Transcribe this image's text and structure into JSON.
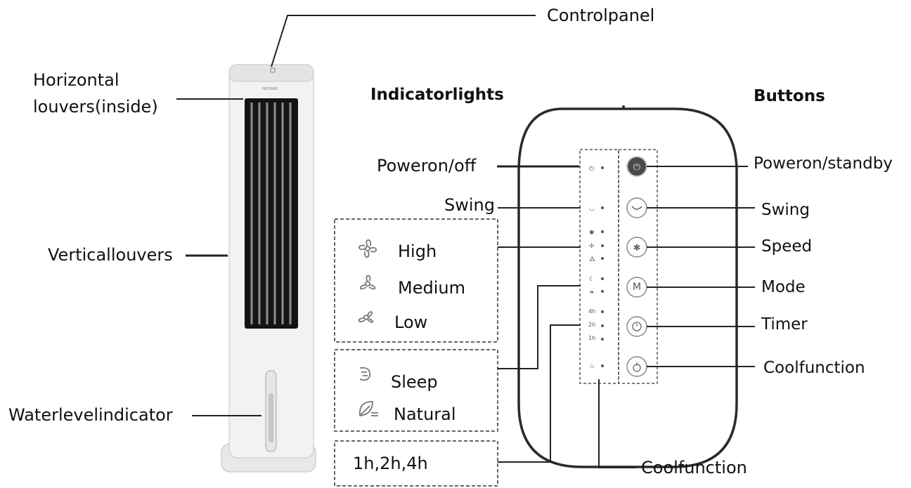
{
  "labels": {
    "control_panel": "Controlpanel",
    "horizontal_louvers_line1": "Horizontal",
    "horizontal_louvers_line2": "louvers(inside)",
    "vertical_louvers": "Verticallouvers",
    "water_level": "Waterlevelindicator",
    "indicator_lights": "Indicatorlights",
    "buttons": "Buttons",
    "power_on_off": "Poweron/off",
    "swing_indicator": "Swing",
    "cool_function_bottom": "Coolfunction"
  },
  "speed_box": {
    "high": "High",
    "medium": "Medium",
    "low": "Low"
  },
  "mode_box": {
    "sleep": "Sleep",
    "natural": "Natural"
  },
  "timer_box": {
    "label": "1h,2h,4h"
  },
  "panel_indicators": {
    "timer_4h": "4h",
    "timer_2h": "2h",
    "timer_1h": "1h"
  },
  "panel_buttons": {
    "mode_letter": "M"
  },
  "button_labels": {
    "power": "Poweron/standby",
    "swing": "Swing",
    "speed": "Speed",
    "mode": "Mode",
    "timer": "Timer",
    "cool": "Coolfunction"
  },
  "device": {
    "brand": "PRO.RAD"
  },
  "colors": {
    "line": "#222222",
    "panel_outline": "#2a2a2a",
    "tower_body": "#f1f1f1",
    "grille": "#161616",
    "power_button": "#4a4a4a"
  }
}
